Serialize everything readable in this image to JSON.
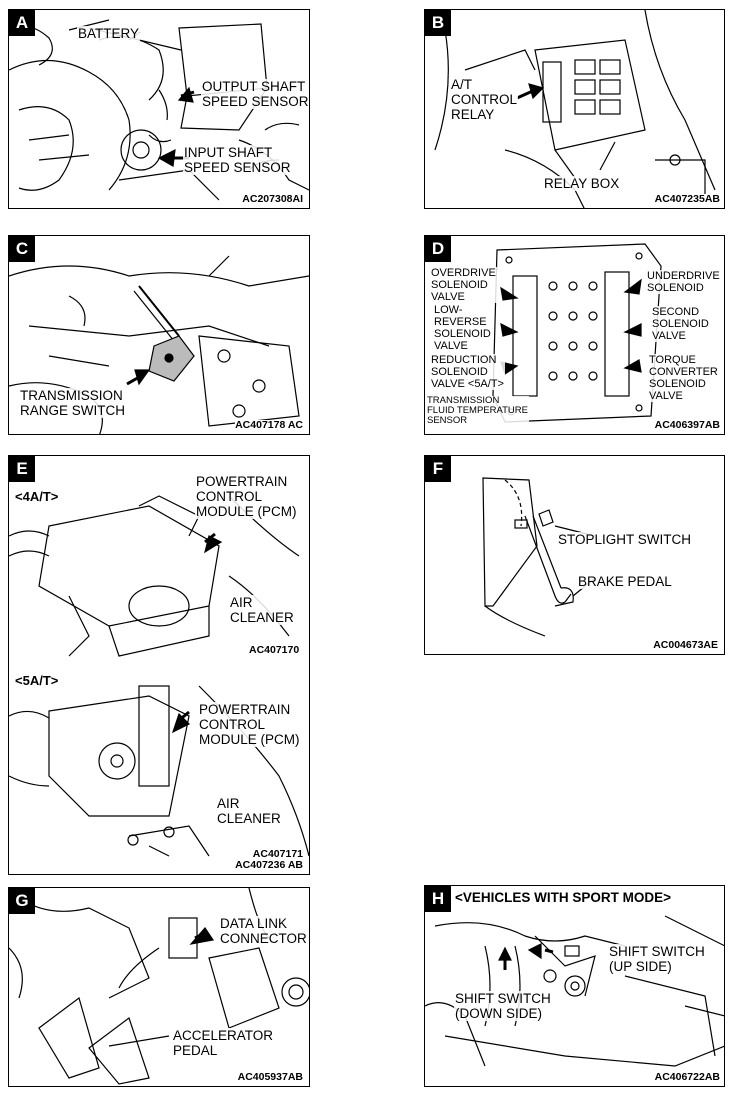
{
  "panels": {
    "A": {
      "letter": "A",
      "code": "AC207308AI",
      "labels": {
        "battery": "BATTERY",
        "output": "OUTPUT SHAFT\nSPEED SENSOR",
        "input": "INPUT SHAFT\nSPEED SENSOR"
      }
    },
    "B": {
      "letter": "B",
      "code": "AC407235AB",
      "labels": {
        "relay": "A/T\nCONTROL\nRELAY",
        "box": "RELAY BOX"
      }
    },
    "C": {
      "letter": "C",
      "code": "AC407178 AC",
      "labels": {
        "switch": "TRANSMISSION\nRANGE SWITCH"
      }
    },
    "D": {
      "letter": "D",
      "code": "AC406397AB",
      "labels": {
        "overdrive": "OVERDRIVE\nSOLENOID\nVALVE",
        "lowrev": "LOW-\nREVERSE\nSOLENOID\nVALVE",
        "reduction": "REDUCTION\nSOLENOID\nVALVE <5A/T>",
        "temp": "TRANSMISSION\nFLUID TEMPERATURE\nSENSOR",
        "underdrive": "UNDERDRIVE\nSOLENOID",
        "second": "SECOND\nSOLENOID\nVALVE",
        "torque": "TORQUE\nCONVERTER\nSOLENOID\nVALVE"
      }
    },
    "E": {
      "letter": "E",
      "sub1": "<4A/T>",
      "sub2": "<5A/T>",
      "code1": "AC407170",
      "code2": "AC407171\nAC407236 AB",
      "labels": {
        "pcm1": "POWERTRAIN\nCONTROL\nMODULE (PCM)",
        "air1": "AIR\nCLEANER",
        "pcm2": "POWERTRAIN\nCONTROL\nMODULE (PCM)",
        "air2": "AIR\nCLEANER"
      }
    },
    "F": {
      "letter": "F",
      "code": "AC004673AE",
      "labels": {
        "stoplight": "STOPLIGHT SWITCH",
        "brake": "BRAKE PEDAL"
      }
    },
    "G": {
      "letter": "G",
      "code": "AC405937AB",
      "labels": {
        "dlc": "DATA LINK\nCONNECTOR",
        "accel": "ACCELERATOR\nPEDAL"
      }
    },
    "H": {
      "letter": "H",
      "header": "<VEHICLES WITH SPORT MODE>",
      "code": "AC406722AB",
      "labels": {
        "up": "SHIFT SWITCH\n(UP SIDE)",
        "down": "SHIFT SWITCH\n(DOWN SIDE)"
      }
    }
  }
}
